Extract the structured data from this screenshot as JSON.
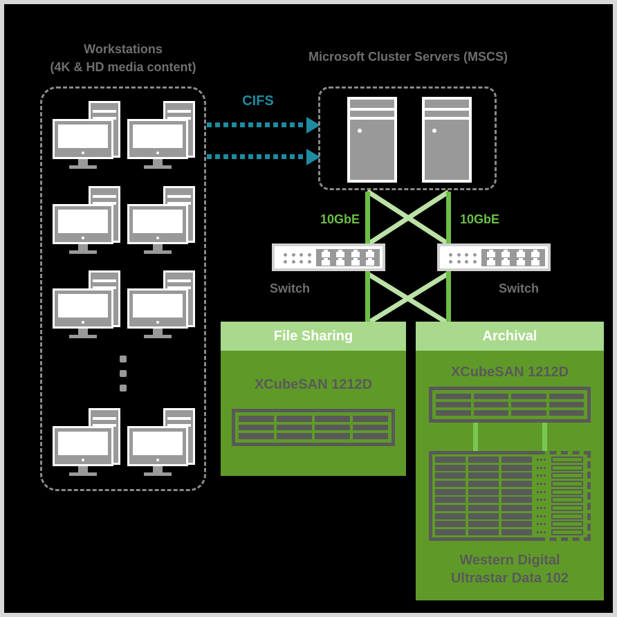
{
  "colors": {
    "frame": "#D8D8D8",
    "teal": "#1D8CA1",
    "green": "#6CBE45",
    "light_green": "#BCE1A6",
    "connector_green": "#79C750",
    "box_green": "#5F9A28",
    "header_green": "#A9D98C",
    "gray_text": "#6F6F6F",
    "icon_gray": "#999999",
    "dark_gray": "#595959",
    "dash_gray": "#8A8A8A",
    "switch_border": "#D2D2D2"
  },
  "workstations": {
    "title": "Workstations",
    "subtitle": "(4K & HD media content)",
    "count": 8,
    "ellipsis_dots": 3
  },
  "mscs": {
    "title": "Microsoft Cluster Servers (MSCS)",
    "server_count": 2
  },
  "cifs": {
    "label": "CIFS",
    "arrow_count": 2
  },
  "network": {
    "left_link_label": "10GbE",
    "right_link_label": "10GbE",
    "left_switch_label": "Switch",
    "right_switch_label": "Switch",
    "switch_dots": {
      "rows": 2,
      "cols": 4
    },
    "switch_ports": {
      "rows": 2,
      "cols": 4
    }
  },
  "file_sharing": {
    "header": "File Sharing",
    "device": "XCubeSAN 1212D",
    "drive_grid": {
      "rows": 3,
      "cols": 4
    }
  },
  "archival": {
    "header": "Archival",
    "device": "XCubeSAN 1212D",
    "drive_grid": {
      "rows": 3,
      "cols": 4
    },
    "jbod": {
      "line1": "Western Digital",
      "line2": "Ultrastar Data 102",
      "rows": 10,
      "drives_per_row": 3,
      "dots_per_row": 3
    }
  }
}
